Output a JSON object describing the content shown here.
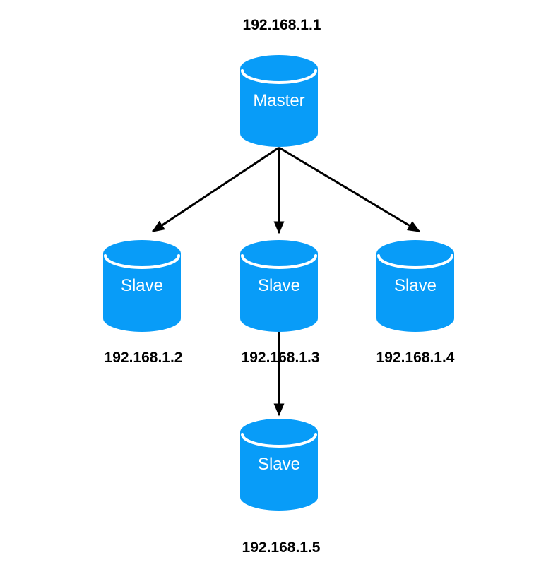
{
  "diagram": {
    "type": "database-replication-topology",
    "colors": {
      "background": "#ffffff",
      "node_fill": "#089cf8",
      "node_label_text": "#ffffff",
      "lid_separator": "#ffffff",
      "arrow": "#000000",
      "ip_text": "#000000"
    },
    "nodes": [
      {
        "id": "master",
        "label": "Master",
        "ip": "192.168.1.1",
        "icon": "database-cylinder-icon"
      },
      {
        "id": "slave-1",
        "label": "Slave",
        "ip": "192.168.1.2",
        "icon": "database-cylinder-icon"
      },
      {
        "id": "slave-2",
        "label": "Slave",
        "ip": "192.168.1.3",
        "icon": "database-cylinder-icon"
      },
      {
        "id": "slave-3",
        "label": "Slave",
        "ip": "192.168.1.4",
        "icon": "database-cylinder-icon"
      },
      {
        "id": "slave-4",
        "label": "Slave",
        "ip": "192.168.1.5",
        "icon": "database-cylinder-icon"
      }
    ],
    "edges": [
      {
        "from": "master",
        "to": "slave-1"
      },
      {
        "from": "master",
        "to": "slave-2"
      },
      {
        "from": "master",
        "to": "slave-3"
      },
      {
        "from": "slave-2",
        "to": "slave-4"
      }
    ]
  }
}
